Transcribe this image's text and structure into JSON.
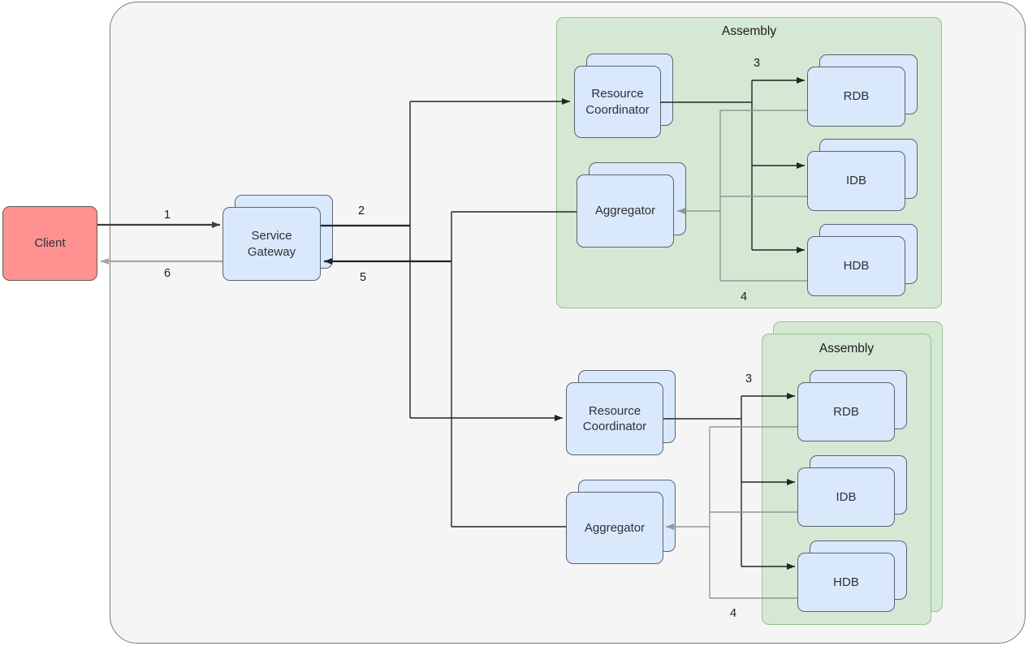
{
  "diagram": {
    "kind": "service-architecture-flow-diagram"
  },
  "nodes": {
    "client": {
      "label": "Client"
    },
    "service_gateway": {
      "label": "Service Gateway"
    },
    "assembly_top": {
      "label": "Assembly"
    },
    "resource_coordinator_top": {
      "label": "Resource Coordinator"
    },
    "aggregator_top": {
      "label": "Aggregator"
    },
    "rdb_top": {
      "label": "RDB"
    },
    "idb_top": {
      "label": "IDB"
    },
    "hdb_top": {
      "label": "HDB"
    },
    "assembly_bottom": {
      "label": "Assembly"
    },
    "resource_coordinator_bottom": {
      "label": "Resource Coordinator"
    },
    "aggregator_bottom": {
      "label": "Aggregator"
    },
    "rdb_bottom": {
      "label": "RDB"
    },
    "idb_bottom": {
      "label": "IDB"
    },
    "hdb_bottom": {
      "label": "HDB"
    }
  },
  "edge_labels": {
    "step_1": "1",
    "step_2": "2",
    "step_3_top": "3",
    "step_4_top": "4",
    "step_3_bottom": "3",
    "step_4_bottom": "4",
    "step_5": "5",
    "step_6": "6"
  },
  "colors": {
    "page_bg": "#ffffff",
    "canvas_fill": "#f5f5f5",
    "canvas_stroke": "#7d7d7d",
    "node_fill": "#dae8fc",
    "node_stroke": "#5a6473",
    "green_fill": "#d5e8d4",
    "green_stroke": "#97c091",
    "red_fill": "#ff9190",
    "red_stroke": "#615a58",
    "edge_black": "#242424",
    "edge_dark": "#3d3d3d",
    "edge_gray": "#969696",
    "edge_light": "#a6a6a6",
    "text": "#2d3138",
    "num_text": "#1b1b1b"
  }
}
